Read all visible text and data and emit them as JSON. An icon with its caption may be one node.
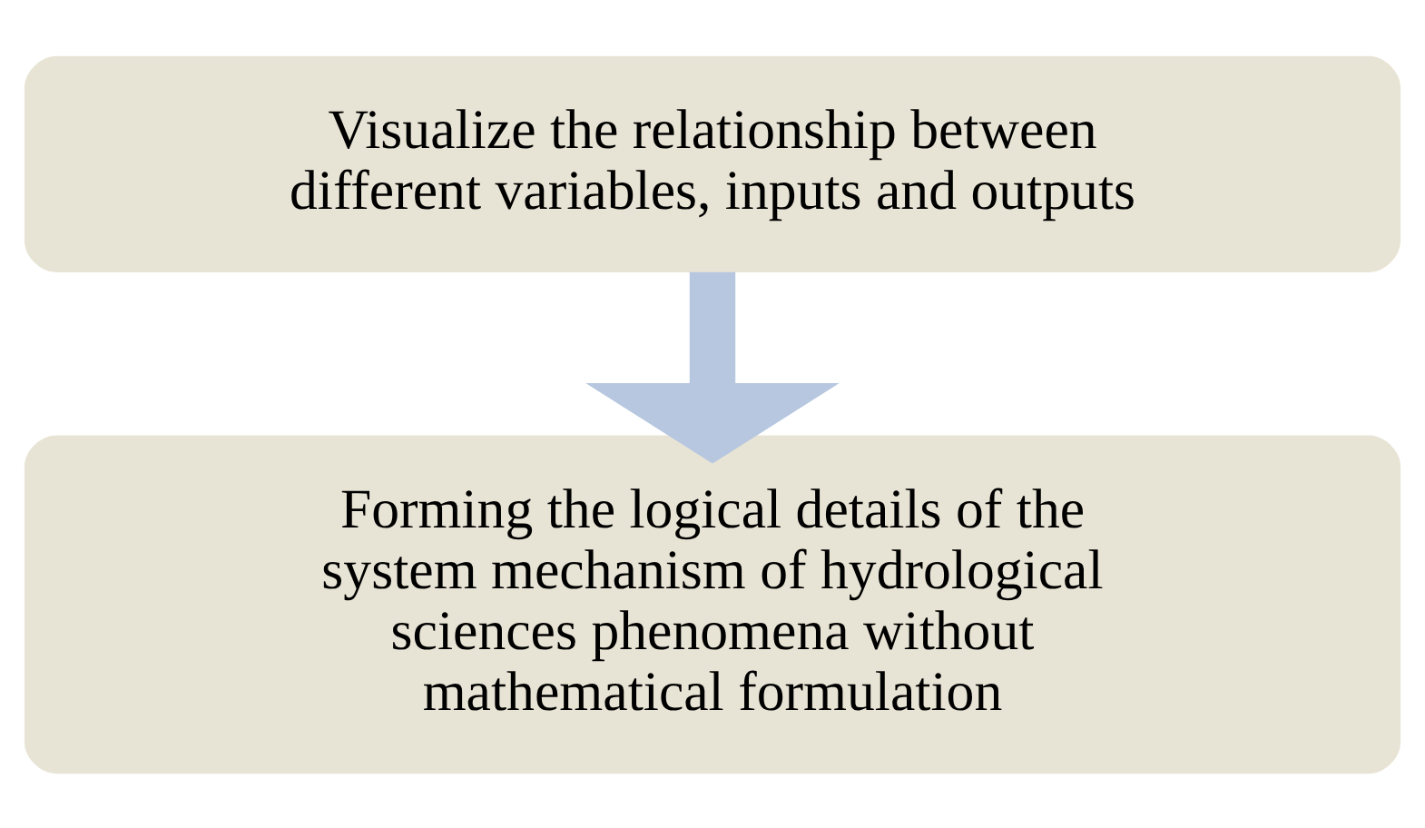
{
  "diagram": {
    "nodes": [
      {
        "text": [
          "Visualize the relationship between different variables, inputs and outputs"
        ]
      },
      {
        "text": [
          "Forming the logical details of the system mechanism of hydrological sciences phenomena without mathematical formulation"
        ]
      }
    ],
    "edges": [
      {
        "from": 0,
        "to": 1,
        "arrow": "to"
      }
    ]
  }
}
